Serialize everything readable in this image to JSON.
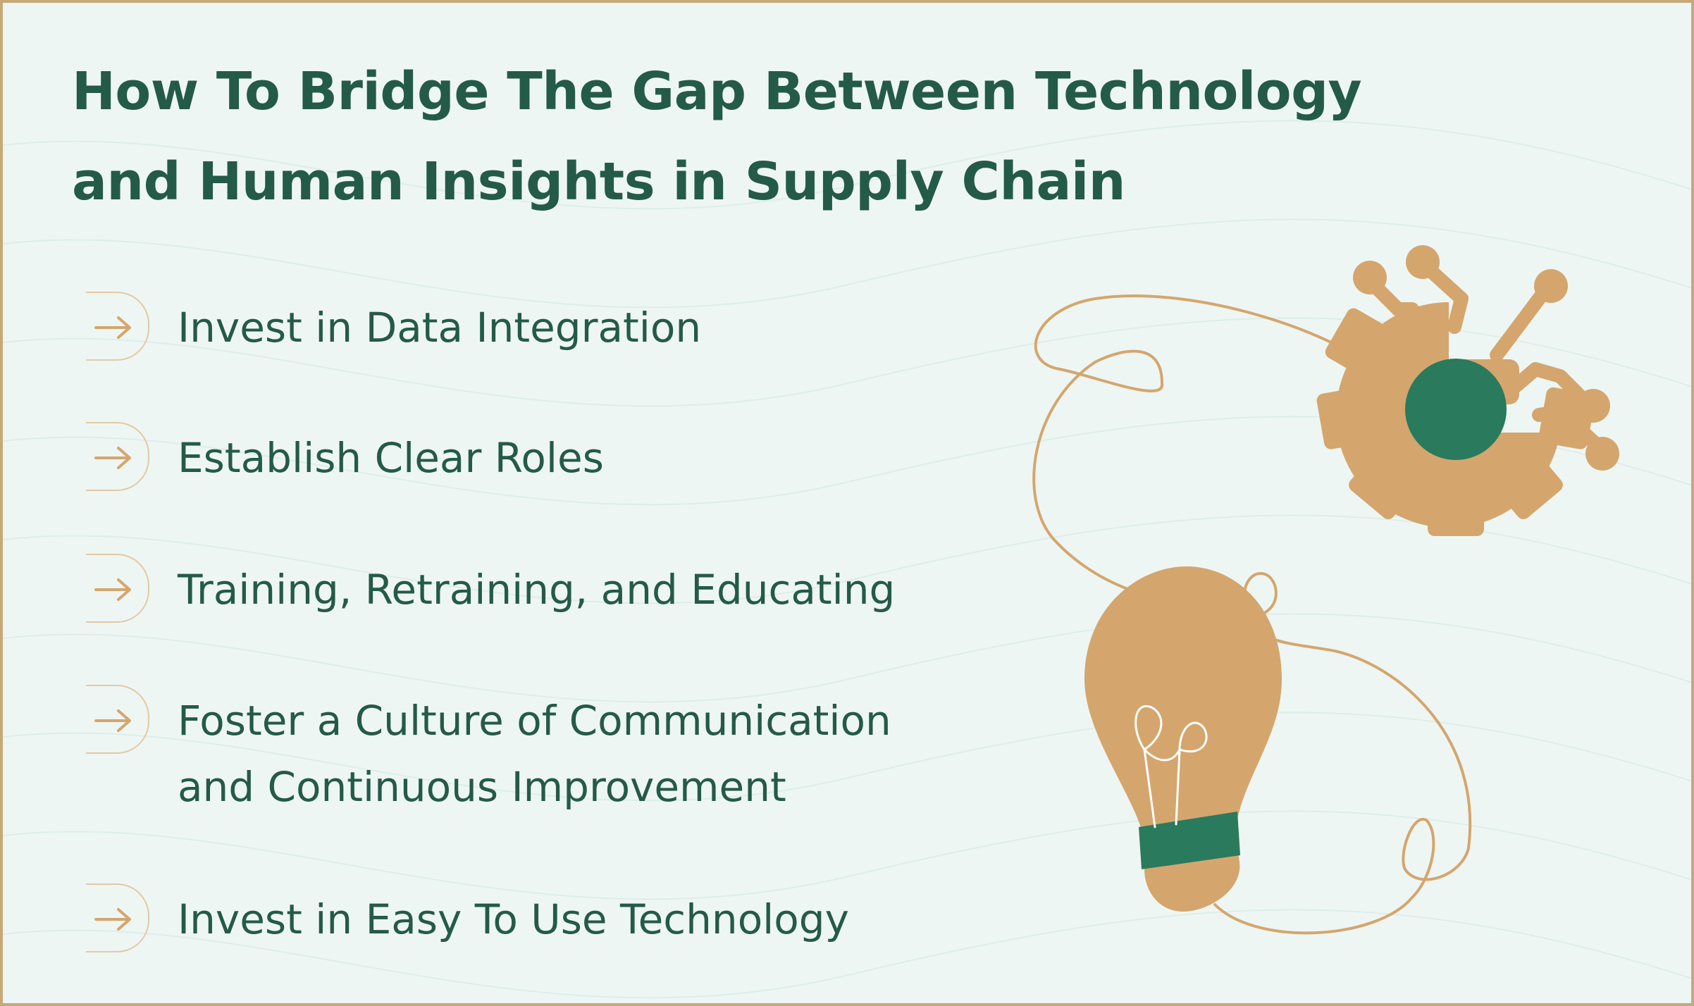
{
  "title": {
    "line1": "How To Bridge The Gap Between Technology",
    "line2": "and Human Insights in Supply Chain"
  },
  "items": [
    {
      "label_lines": [
        "Invest in Data Integration"
      ]
    },
    {
      "label_lines": [
        "Establish Clear Roles"
      ]
    },
    {
      "label_lines": [
        "Training, Retraining, and Educating"
      ]
    },
    {
      "label_lines": [
        "Foster a Culture of Communication",
        "and Continuous Improvement"
      ]
    },
    {
      "label_lines": [
        "Invest in Easy To Use Technology"
      ]
    }
  ],
  "icons": {
    "item_marker": "arrow-right-icon",
    "illustration_top": "gear-circuit-icon",
    "illustration_bottom": "lightbulb-icon"
  },
  "colors": {
    "background": "#eef6f4",
    "border": "#c7a878",
    "text": "#245a48",
    "accent_tan": "#d4a66d",
    "accent_green": "#2a7a5d"
  }
}
